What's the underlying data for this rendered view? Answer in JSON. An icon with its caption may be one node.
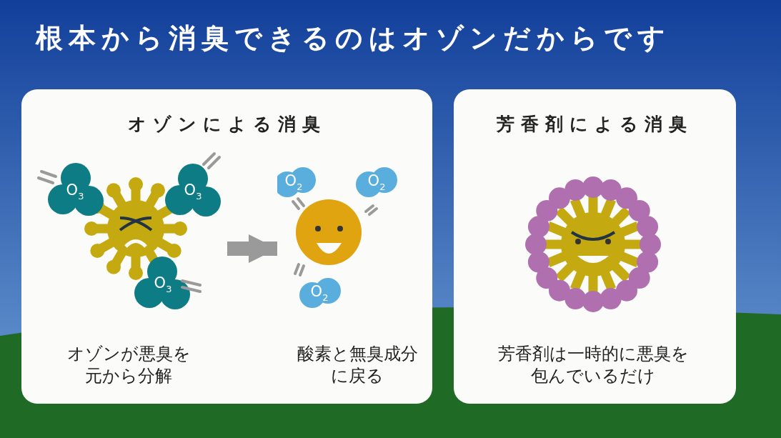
{
  "diagram": {
    "title": "根本から消臭できるのはオゾンだからです",
    "nodes": [
      {
        "text": [
          "オゾンによる消臭"
        ]
      },
      {
        "text": [
          "芳香剤による消臭"
        ]
      },
      {
        "text": [],
        "shape": "picture",
        "in": 0,
        "beside": [
          "オゾンが悪臭を元から分解"
        ]
      },
      {
        "text": [],
        "shape": "picture",
        "in": 0,
        "beside": [
          "酸素と無臭成分に戻る"
        ]
      },
      {
        "text": [],
        "shape": "picture",
        "in": 1,
        "beside": [
          "芳香剤は一時的に悪臭を包んでいるだけ"
        ]
      }
    ],
    "edges": [
      {
        "from": 2,
        "to": 3,
        "arrow": "to"
      }
    ],
    "labels": [
      "O$_{3}$",
      "O$_{3}$",
      "O$_{2}$",
      "O$_{2}$",
      "O$_{3}$",
      "O$_{2}$"
    ]
  }
}
